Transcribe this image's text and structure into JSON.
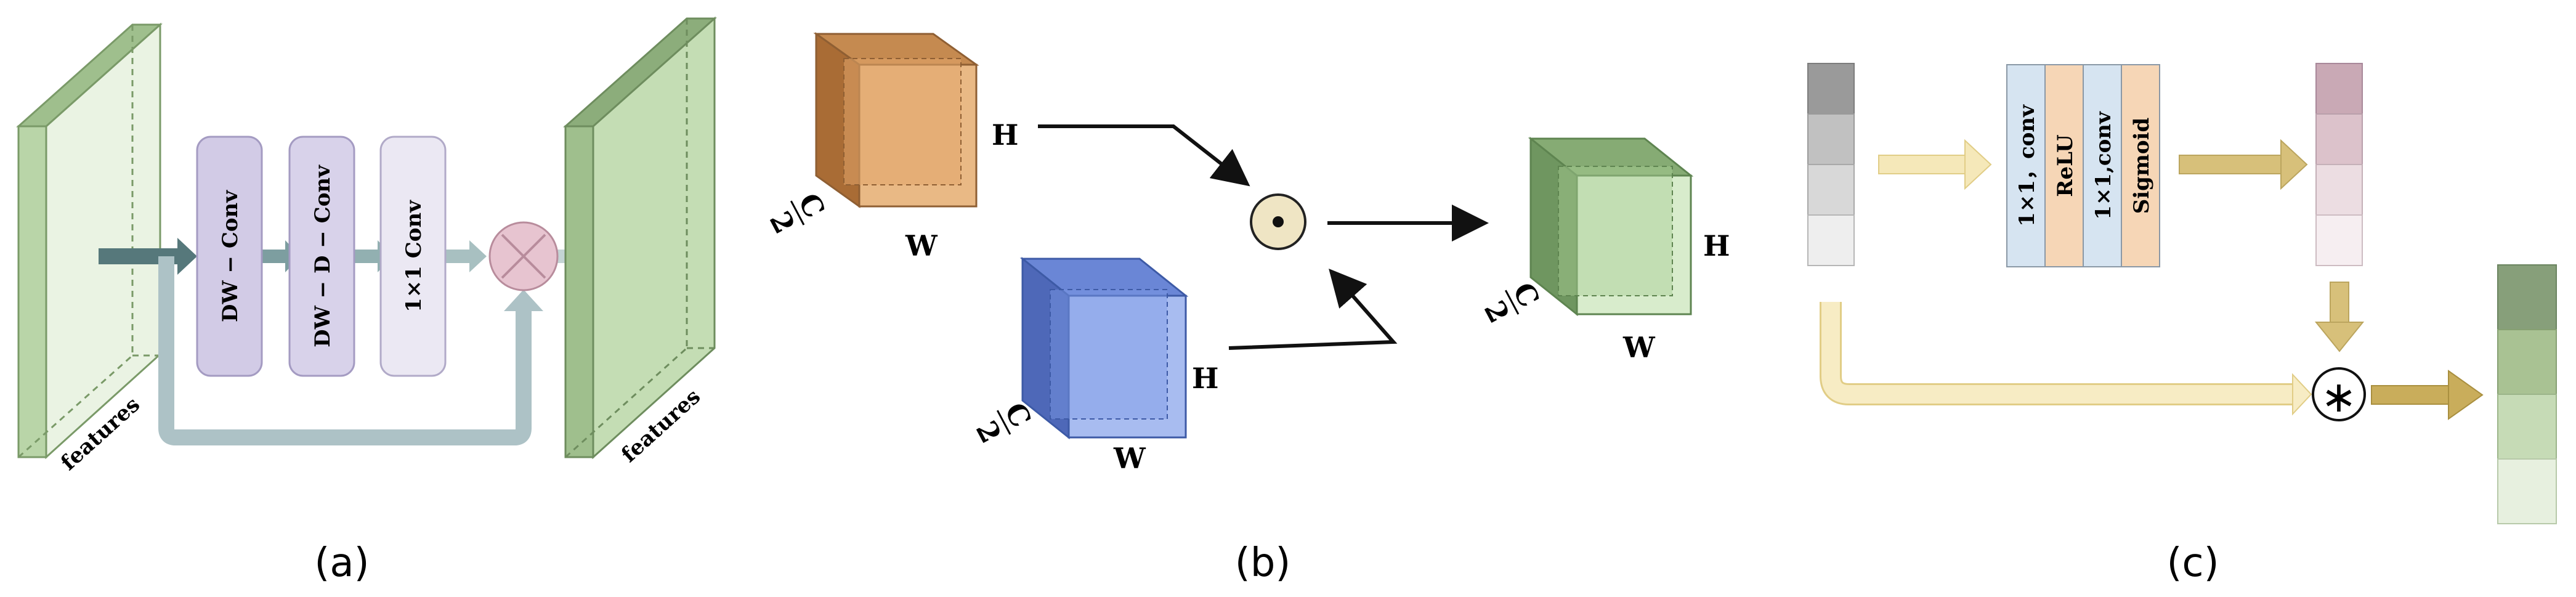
{
  "panel_a": {
    "caption": "(a)",
    "input_label": "features",
    "output_label": "features",
    "block1": "DW − Conv",
    "block2": "DW − D − Conv",
    "block3": "1×1 Conv",
    "colors": {
      "feature_green": "#b9d5a8",
      "block_purple": "#d2cbe6",
      "block_light": "#ebe8f3",
      "multiply": "#e7c4d0",
      "arrow": "#5b7f82"
    }
  },
  "panel_b": {
    "caption": "(b)",
    "top_cube": {
      "h": "H",
      "w": "W",
      "c_num": "C",
      "c_den": "2"
    },
    "bottom_cube": {
      "h": "H",
      "w": "W",
      "c_num": "C",
      "c_den": "2"
    },
    "output_cube": {
      "h": "H",
      "w": "W",
      "c_num": "C",
      "c_den": "2"
    },
    "operator": "⊙",
    "colors": {
      "top": "#e2a66a",
      "bottom": "#7f9be6",
      "out": "#a9cf95",
      "operator": "#efe5c4"
    }
  },
  "panel_c": {
    "caption": "(c)",
    "layer1": "1×1，conv",
    "layer2": "ReLU",
    "layer3": "1×1,conv",
    "layer4": "Sigmoid",
    "operator": "∗",
    "colors": {
      "blue": "#d6e4f1",
      "peach": "#f6d6b6",
      "arrow_light": "#f5e8b9",
      "arrow_dark": "#d7c07a"
    }
  }
}
